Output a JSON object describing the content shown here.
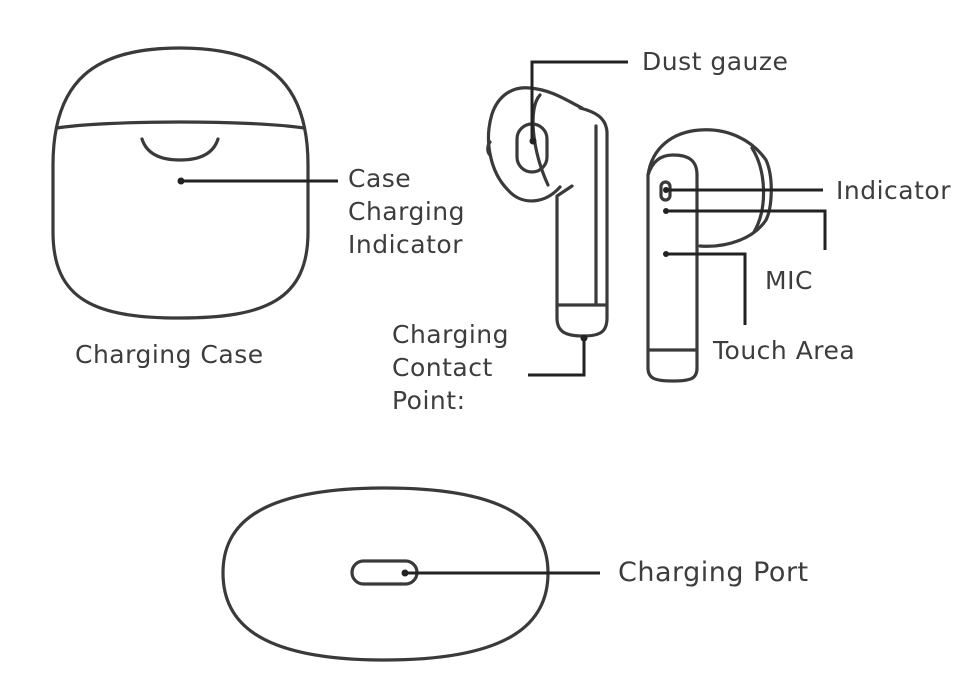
{
  "labels": {
    "case_indicator": [
      "Case",
      "Charging",
      "Indicator"
    ],
    "charging_case": "Charging Case",
    "dust_gauze": "Dust gauze",
    "contact_point": [
      "Charging",
      "Contact",
      "Point:"
    ],
    "indicator": "Indicator",
    "mic": "MIC",
    "touch_area": "Touch Area",
    "charging_port": "Charging Port"
  },
  "colors": {
    "line": "#3a3a3a",
    "leader": "#222222",
    "text": "#3d3d3d",
    "background": "#ffffff"
  }
}
